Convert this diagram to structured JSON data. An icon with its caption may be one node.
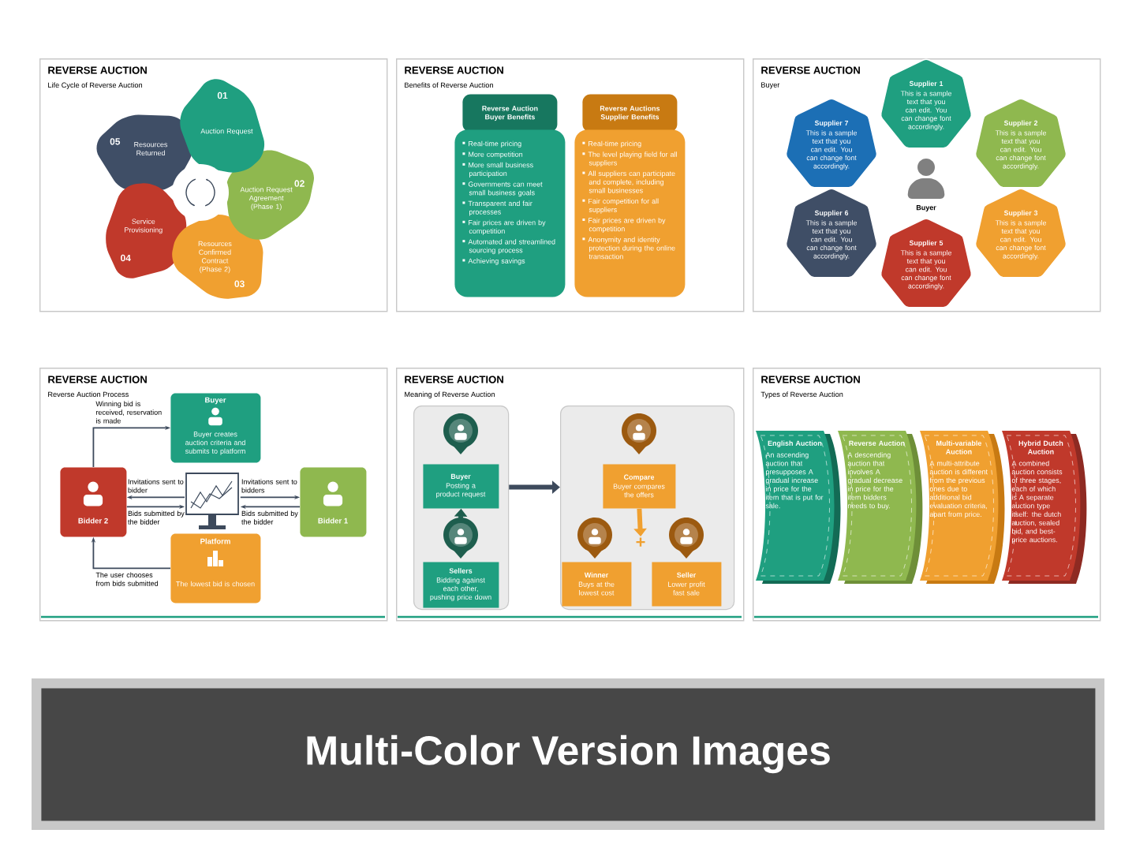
{
  "diagram": {
    "nodes": [
      {
        "text": [
          "REVERSE AUCTION",
          "Life Cycle of Reverse Auction"
        ]
      },
      {
        "text": [
          "01",
          "Auction Request"
        ],
        "in": 0
      },
      {
        "text": [
          "02",
          "Auction Request Agreement (Phase 1)"
        ],
        "in": 0
      },
      {
        "text": [
          "Resources Confirmed Contract (Phase 2)",
          "03"
        ],
        "in": 0
      },
      {
        "text": [
          "Service Provisioning",
          "04"
        ],
        "in": 0
      },
      {
        "text": [
          "05",
          "Resources Returned"
        ],
        "in": 0
      },
      {
        "text": [
          "REVERSE AUCTION",
          "Benefits of Reverse Auction"
        ]
      },
      {
        "text": [
          "Reverse Auction Buyer Benefits",
          "Real-time pricing",
          "More competition",
          "More small business participation",
          "Governments can meet small business goals",
          "Transparent and fair processes",
          "Fair prices are driven by competition",
          "Automated and streamlined sourcing process",
          "Achieving savings"
        ],
        "in": 6
      },
      {
        "text": [
          "Reverse Auctions Supplier Benefits",
          "Real-time pricing",
          "The level playing field for all suppliers",
          "All suppliers can participate and complete, including small businesses",
          "Fair competition for all suppliers",
          "Fair prices are driven by competition",
          "Anonymity and identity protection during the online transaction"
        ],
        "in": 6
      },
      {
        "text": [
          "REVERSE AUCTION",
          "Buyer"
        ]
      },
      {
        "text": [
          "Supplier 1",
          "This is a sample text that you can edit. You can change font accordingly."
        ],
        "in": 9
      },
      {
        "text": [
          "Supplier 7",
          "This is a sample text that you can edit. You can change font accordingly."
        ],
        "in": 9
      },
      {
        "text": [
          "Supplier 2",
          "This is a sample text that you can edit. You can change font accordingly."
        ],
        "in": 9
      },
      {
        "text": [
          "Buyer"
        ],
        "in": 9
      },
      {
        "text": [
          "Supplier 6",
          "This is a sample text that you can edit. You can change font accordingly."
        ],
        "in": 9
      },
      {
        "text": [
          "Supplier 3",
          "This is a sample text that you can edit. You can change font accordingly."
        ],
        "in": 9
      },
      {
        "text": [
          "Supplier 5",
          "This is a sample text that you can edit. You can change font accordingly."
        ],
        "in": 9
      },
      {
        "text": [
          "REVERSE AUCTION",
          "Reverse Auction Process"
        ]
      },
      {
        "text": [
          "Buyer",
          "Buyer creates auction criteria and submits to platform"
        ],
        "in": 17
      },
      {
        "text": [
          "Bidder 2"
        ],
        "in": 17
      },
      {
        "text": [],
        "shape": "picture",
        "in": 17
      },
      {
        "text": [
          "Bidder 1"
        ],
        "in": 17
      },
      {
        "text": [
          "Platform",
          "The lowest bid is chosen"
        ],
        "in": 17
      },
      {
        "text": [
          "REVERSE AUCTION",
          "Meaning of Reverse Auction"
        ]
      },
      {
        "text": [],
        "shape": "box",
        "in": 23
      },
      {
        "text": [
          "Buyer",
          "Posting a product request"
        ],
        "in": 24
      },
      {
        "text": [
          "Sellers",
          "Bidding against each other, pushing price down"
        ],
        "in": 24
      },
      {
        "text": [],
        "shape": "box",
        "in": 23
      },
      {
        "text": [
          "Compare",
          "Buyer compares the offers"
        ],
        "in": 27
      },
      {
        "text": [
          "Winner",
          "Buys at the lowest cost"
        ],
        "in": 27
      },
      {
        "text": [
          "Seller",
          "Lower profit fast sale"
        ],
        "in": 27
      },
      {
        "text": [
          "REVERSE AUCTION",
          "Types of Reverse Auction"
        ]
      },
      {
        "text": [
          "English Auction",
          "An ascending auction that presupposes A gradual increase in price for the item that is put for sale."
        ],
        "in": 31
      },
      {
        "text": [
          "Reverse Auction",
          "A descending auction that involves A gradual decrease in price for the item bidders needs to buy."
        ],
        "in": 31
      },
      {
        "text": [
          "Multi-variable Auction",
          "A multi-attribute auction is different from the previous ones due to additional bid evaluation criteria, apart from price."
        ],
        "in": 31
      },
      {
        "text": [
          "Hybrid Dutch Auction",
          "A combined auction consists of three stages, each of which is A separate auction type itself: the dutch auction, sealed bid, and best-price auctions."
        ],
        "in": 31
      },
      {
        "text": [
          "Multi-Color Version Images"
        ]
      },
      {
        "text": [
          "+"
        ],
        "in": 27
      }
    ],
    "edges": [
      {
        "from": 19,
        "to": 18,
        "arrow": "to",
        "label": "Winning bid is received, reservation is made"
      },
      {
        "from": 20,
        "to": 19,
        "arrow": "to",
        "label": "Invitations sent to bidder"
      },
      {
        "from": 19,
        "to": 20,
        "arrow": "to",
        "label": "Bids submitted by the bidder"
      },
      {
        "from": 20,
        "to": 21,
        "arrow": "to",
        "label": "Invitations sent to bidders"
      },
      {
        "from": 21,
        "to": 20,
        "arrow": "to",
        "label": "Bids submitted by the bidder"
      },
      {
        "from": 22,
        "to": 19,
        "arrow": "to",
        "label": "The user chooses from bids submitted"
      },
      {
        "from": 26,
        "to": 25,
        "arrow": "to",
        "style": "thick",
        "color": "#1e5e4e"
      },
      {
        "from": 24,
        "to": 27,
        "arrow": "to",
        "style": "thick"
      },
      {
        "from": 28,
        "to": 37,
        "arrow": "to",
        "style": "thick",
        "color": "#f0a030"
      }
    ]
  }
}
